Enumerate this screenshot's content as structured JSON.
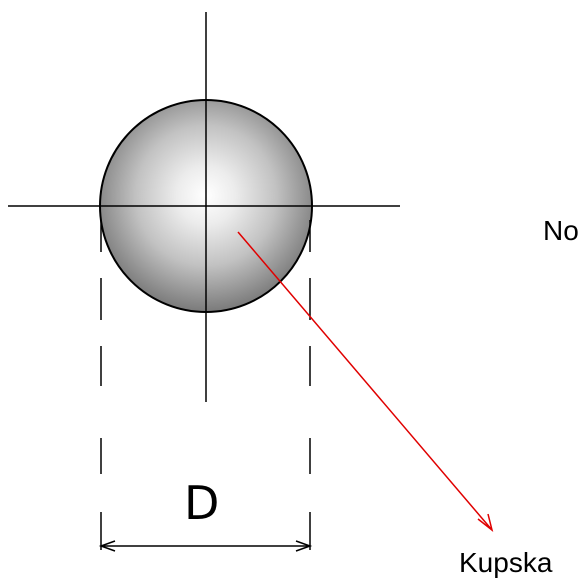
{
  "diagram": {
    "dimension_label": "D",
    "callouts": [
      {
        "id": "no",
        "text": "No"
      },
      {
        "id": "kupska",
        "text": "Kupska"
      }
    ],
    "colors": {
      "lines": "#000000",
      "leader": "#e00000",
      "sphere_light": "#ffffff",
      "sphere_dark": "#7a7a7a"
    }
  }
}
